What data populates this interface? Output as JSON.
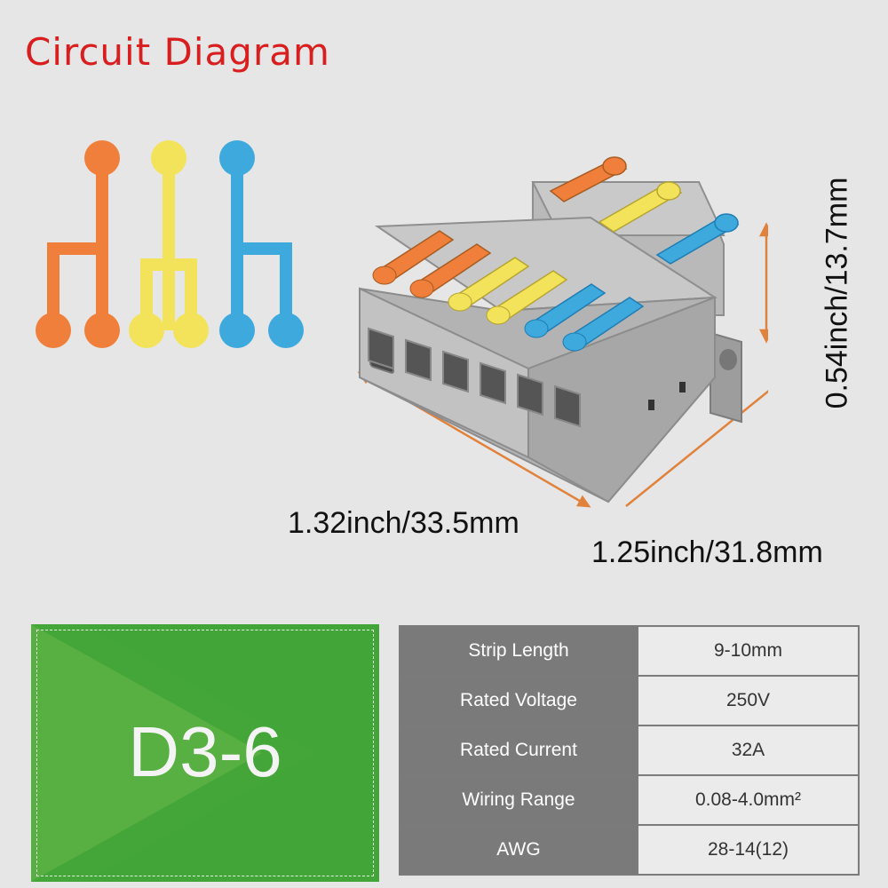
{
  "title": "Circuit Diagram",
  "diagram": {
    "icon": "circuit-branch-diagram",
    "colors": [
      "#ef7f3a",
      "#f2e35a",
      "#3ea9dc"
    ]
  },
  "product": {
    "icon": "wire-connector-d3-6",
    "body_color": "#a9a9a9",
    "lever_colors": [
      "#ef7f3a",
      "#f2e35a",
      "#3ea9dc"
    ]
  },
  "dimensions": {
    "width": "1.32inch/33.5mm",
    "depth": "1.25inch/31.8mm",
    "height": "0.54inch/13.7mm",
    "arrow_color": "#e0823c"
  },
  "model": "D3-6",
  "specs": [
    {
      "label": "Strip Length",
      "value": "9-10mm"
    },
    {
      "label": "Rated Voltage",
      "value": "250V"
    },
    {
      "label": "Rated Current",
      "value": "32A"
    },
    {
      "label": "Wiring Range",
      "value": "0.08-4.0mm²"
    },
    {
      "label": "AWG",
      "value": "28-14(12)"
    }
  ]
}
